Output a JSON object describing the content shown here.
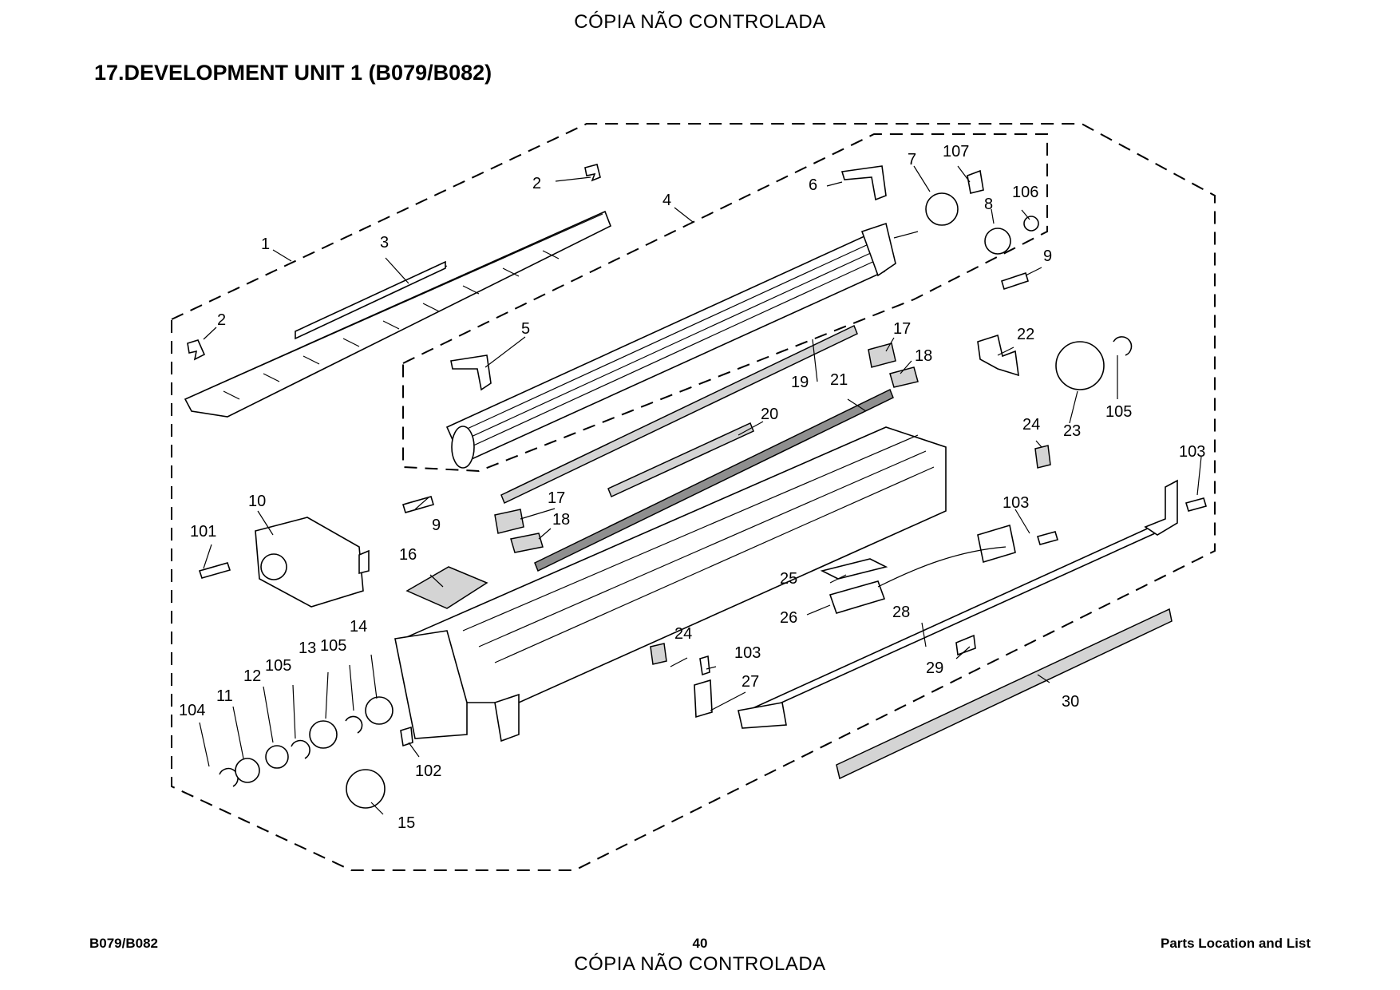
{
  "watermark": "CÓPIA NÃO CONTROLADA",
  "title": "17.DEVELOPMENT UNIT 1 (B079/B082)",
  "footer": {
    "left": "B079/B082",
    "center": "40",
    "right": "Parts Location and List"
  },
  "callouts": [
    "1",
    "2",
    "2",
    "3",
    "4",
    "5",
    "6",
    "7",
    "8",
    "9",
    "9",
    "10",
    "11",
    "12",
    "13",
    "14",
    "15",
    "16",
    "17",
    "17",
    "18",
    "18",
    "19",
    "20",
    "21",
    "22",
    "23",
    "24",
    "24",
    "25",
    "26",
    "27",
    "28",
    "29",
    "30",
    "101",
    "102",
    "103",
    "103",
    "103",
    "104",
    "105",
    "105",
    "105",
    "106",
    "107"
  ]
}
